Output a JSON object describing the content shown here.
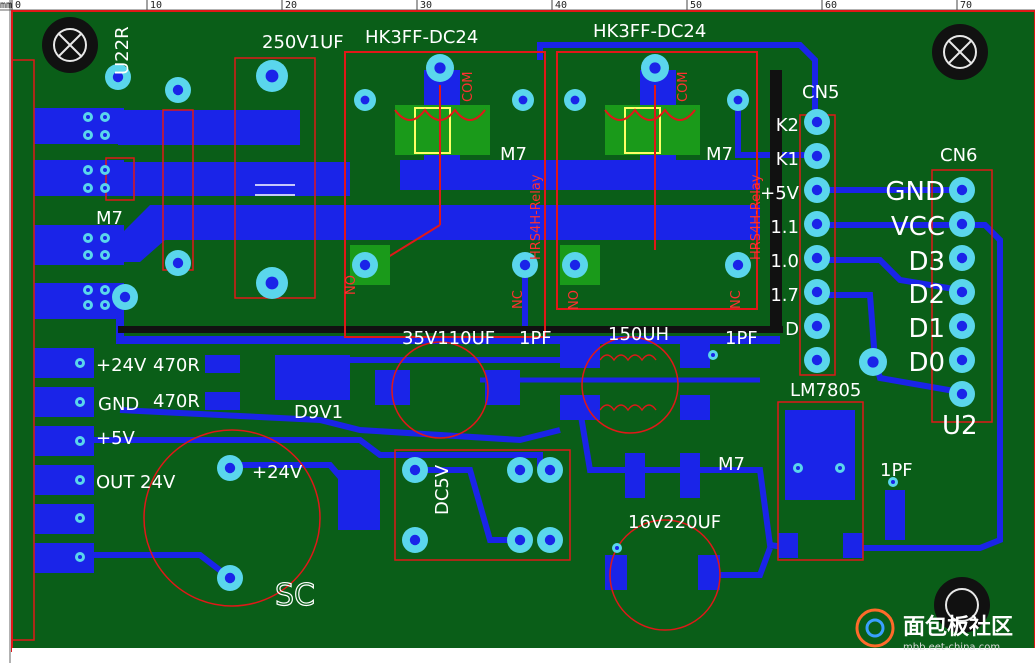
{
  "colors": {
    "board": "#0a5e18",
    "copper": "#1a24e8",
    "pad": "#5ad6ec",
    "silk": "#ffffff",
    "outline": "#e01818",
    "ruler": "#ffffff"
  },
  "ruler": {
    "unit": "mm",
    "ticks": [
      "0",
      "10",
      "20",
      "30",
      "40",
      "50",
      "60",
      "70"
    ]
  },
  "relays": [
    {
      "model": "HK3FF-DC24",
      "com": "COM",
      "nc": "NC",
      "no": "NO",
      "side": "HRS4H-Relay",
      "m7": "M7"
    },
    {
      "model": "HK3FF-DC24",
      "com": "COM",
      "nc": "NC",
      "no": "NO",
      "side": "HRS4H-Relay",
      "m7": "M7"
    }
  ],
  "labels": {
    "u22r": "U22R",
    "cap_250": "250V1UF",
    "m7_left": "M7",
    "cap_35": "35V110UF",
    "pf_a": "1PF",
    "ind_150": "150UH",
    "pf_b": "1PF",
    "r470_a": "470R",
    "r470_b": "470R",
    "d9v1": "D9V1",
    "m7_mid": "M7",
    "cap_16": "16V220UF",
    "lm7805": "LM7805",
    "pf_c": "1PF",
    "plus24_big": "+24V",
    "dc5v": "DC5V",
    "sc": "SC"
  },
  "terminal_left": [
    "+24V",
    "GND",
    "+5V",
    "OUT 24V"
  ],
  "cn5": {
    "title": "CN5",
    "pins": [
      "K2",
      "K1",
      "+5V",
      "1.1",
      "1.0",
      "1.7",
      "D"
    ]
  },
  "cn6": {
    "title": "CN6",
    "pins": [
      "GND",
      "VCC",
      "D3",
      "D2",
      "D1",
      "D0"
    ],
    "footer": "U2"
  },
  "watermark": {
    "text": "面包板社区",
    "sub": "mbb.eet-china.com"
  }
}
